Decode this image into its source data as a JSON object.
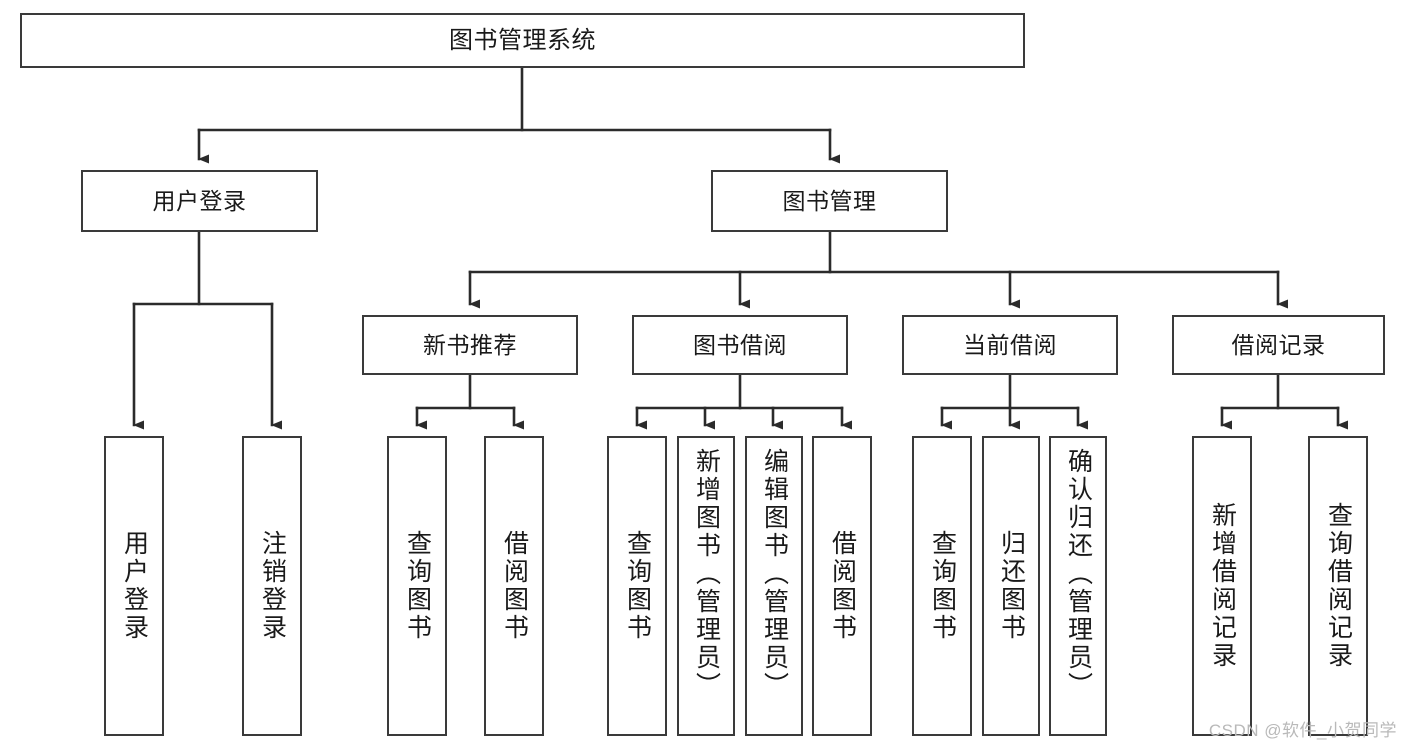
{
  "diagram": {
    "title": "图书管理系统",
    "type": "tree",
    "watermark": "CSDN @软件_小贺同学",
    "colors": {
      "box_border": "#3a3a3a",
      "box_fill": "#ffffff",
      "connector": "#2b2b2b",
      "text": "#1a1a1a",
      "watermark": "#b9b9b9",
      "background": "#ffffff"
    },
    "nodes": {
      "root": {
        "label": "图书管理系统"
      },
      "level2": [
        {
          "id": "user-login",
          "label": "用户登录"
        },
        {
          "id": "book-management",
          "label": "图书管理"
        }
      ],
      "level3": [
        {
          "id": "new-book-recommend",
          "label": "新书推荐"
        },
        {
          "id": "book-borrow",
          "label": "图书借阅"
        },
        {
          "id": "current-borrow",
          "label": "当前借阅"
        },
        {
          "id": "borrow-record",
          "label": "借阅记录"
        }
      ],
      "leaves": {
        "user-login": [
          {
            "id": "leaf-user-login",
            "label": "用户登录"
          },
          {
            "id": "leaf-logout",
            "label": "注销登录"
          }
        ],
        "new-book-recommend": [
          {
            "id": "leaf-query-book-1",
            "label": "查询图书"
          },
          {
            "id": "leaf-borrow-book-1",
            "label": "借阅图书"
          }
        ],
        "book-borrow": [
          {
            "id": "leaf-query-book-2",
            "label": "查询图书"
          },
          {
            "id": "leaf-add-book",
            "label": "新增图书（管理员）"
          },
          {
            "id": "leaf-edit-book",
            "label": "编辑图书（管理员）"
          },
          {
            "id": "leaf-borrow-book-2",
            "label": "借阅图书"
          }
        ],
        "current-borrow": [
          {
            "id": "leaf-query-book-3",
            "label": "查询图书"
          },
          {
            "id": "leaf-return-book",
            "label": "归还图书"
          },
          {
            "id": "leaf-confirm-return",
            "label": "确认归还（管理员）"
          }
        ],
        "borrow-record": [
          {
            "id": "leaf-add-record",
            "label": "新增借阅记录"
          },
          {
            "id": "leaf-query-record",
            "label": "查询借阅记录"
          }
        ]
      }
    }
  }
}
